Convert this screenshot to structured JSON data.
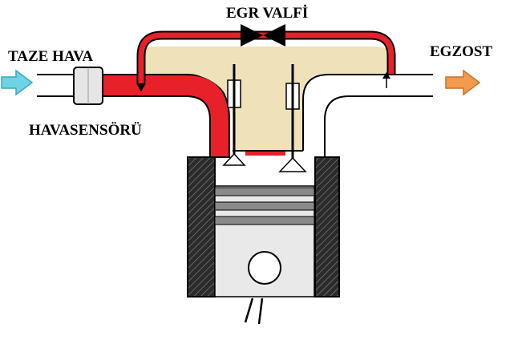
{
  "labels": {
    "egr_valve": "EGR VALFİ",
    "fresh_air": "TAZE HAVA",
    "exhaust": "EGZOST",
    "air_sensor": "HAVASENSÖRÜ"
  },
  "colors": {
    "egr_flow": "#e8202a",
    "chamber": "#efe2b8",
    "fresh_air_arrow": "#6fd3e6",
    "exhaust_arrow": "#f39a4c",
    "outline": "#000000",
    "cylinder_hatch": "#3a3a3a"
  }
}
